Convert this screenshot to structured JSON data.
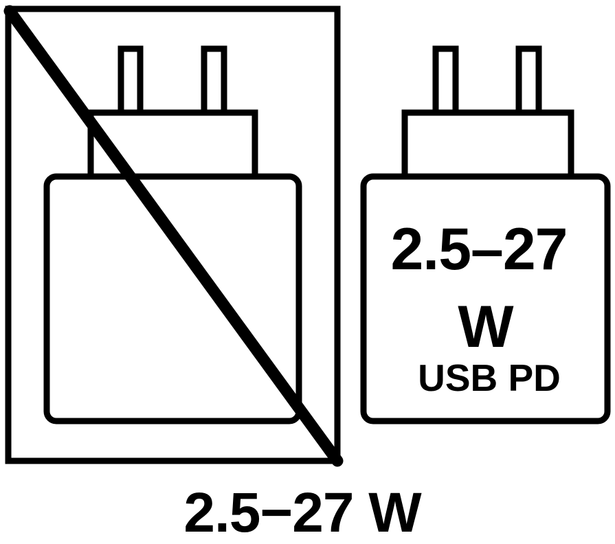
{
  "figure": {
    "title": "Charger power rating compatibility pictogram",
    "background_color": "#ffffff",
    "stroke_color": "#000000"
  },
  "prohibited_charger": {
    "name": "crossed-out-charger",
    "meaning": "not-allowed",
    "slash_present": true,
    "frame_present": true,
    "prong_count": 2,
    "body_label": ""
  },
  "allowed_charger": {
    "name": "usb-pd-charger",
    "meaning": "allowed",
    "slash_present": false,
    "frame_present": false,
    "prong_count": 2,
    "power_range": "2.5–27",
    "power_unit": "W",
    "protocol": "USB PD"
  },
  "caption": {
    "text": "2.5−27 W"
  },
  "chart_data": {
    "type": "table",
    "title": "Charger power rating compatibility pictogram",
    "categories": [
      "Prohibited charger",
      "Permitted charger"
    ],
    "values": [
      0,
      1
    ],
    "annotations": [
      "2.5−27",
      "W",
      "USB PD",
      "2.5−27 W"
    ]
  }
}
